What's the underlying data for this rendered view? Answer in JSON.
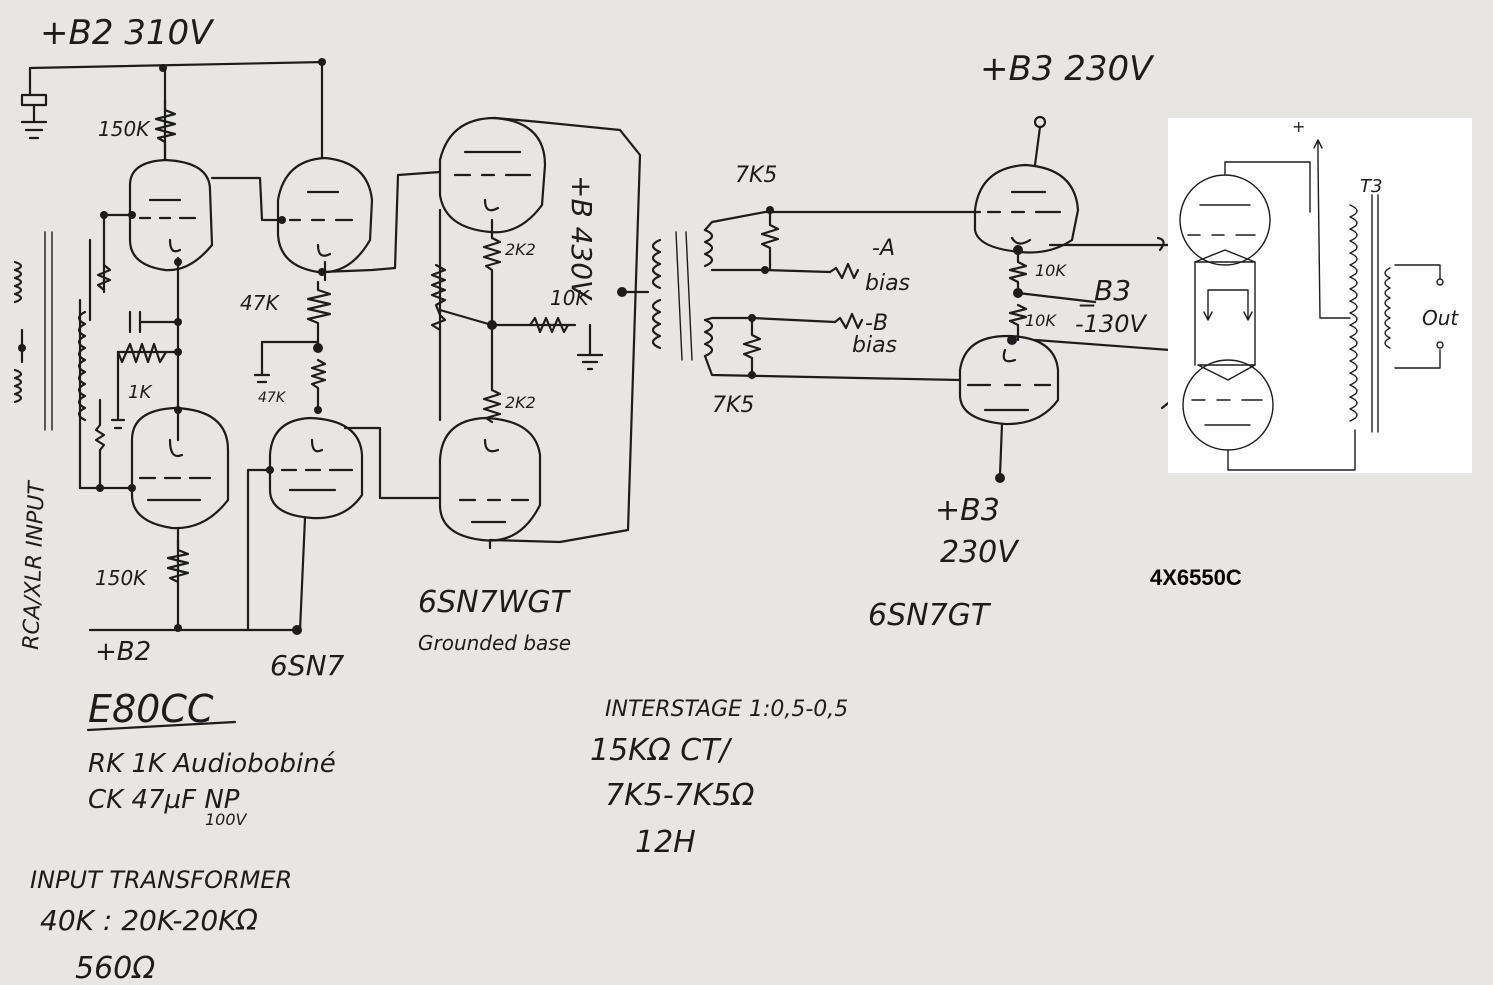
{
  "supply": {
    "b2_top": "+B2 310V",
    "b2_bottom": "+B2",
    "b_side": "+B 430V",
    "b3_top": "+B3 230V",
    "b3_bottom_line1": "+B3",
    "b3_bottom_line2": "230V"
  },
  "resistors": {
    "r150k_top": "150K",
    "r150k_bottom": "150K",
    "r47k": "47K",
    "r47k_small": "47K",
    "r1k": "1K",
    "r2k2_top": "2K2",
    "r2k2_bottom": "2K2",
    "r10k_ground": "10K",
    "r7k5_top": "7K5",
    "r7k5_bottom": "7K5",
    "r10k_upper": "10K",
    "r10k_lower": "10K"
  },
  "bias": {
    "a_line1": "-A",
    "a_line2": "bias",
    "b_line1": "-B",
    "b_line2": "bias",
    "b3_line1": "_B3",
    "b3_line2": "-130V"
  },
  "side": {
    "input_label": "RCA/XLR INPUT"
  },
  "tubes": {
    "stage1_name": "E80CC",
    "stage2_name": "6SN7",
    "stage3_name": "6SN7WGT",
    "stage3_note": "Grounded base",
    "stage4_name": "6SN7GT",
    "output_name": "4X6550C"
  },
  "notes": {
    "cathode_line1": "RK 1K Audiobobiné",
    "cathode_line2": "CK 47µF NP",
    "cathode_line3": "100V",
    "input_tx_line1": "INPUT TRANSFORMER",
    "input_tx_line2": "40K : 20K-20KΩ",
    "input_tx_line3": "560Ω",
    "interstage_line1": "INTERSTAGE 1:0,5-0,5",
    "interstage_line2": "15KΩ CT/",
    "interstage_line3": "7K5-7K5Ω",
    "interstage_line4": "12H"
  },
  "inset": {
    "plus": "+",
    "t3": "T3",
    "out": "Out"
  }
}
